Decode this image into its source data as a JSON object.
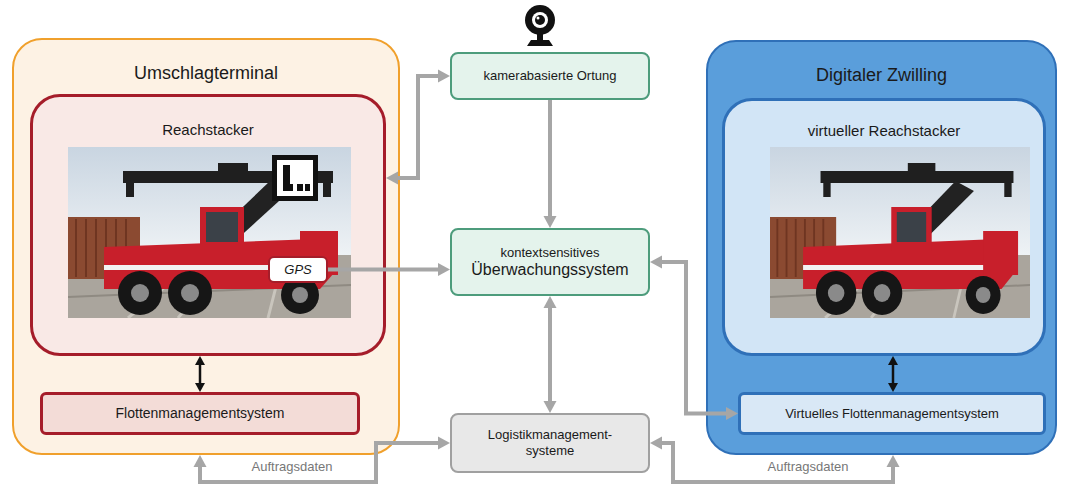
{
  "diagram": {
    "nodes": [
      {
        "text": [
          "Umschlagterminal"
        ]
      },
      {
        "text": [
          "Reachstacker"
        ],
        "in": 0
      },
      {
        "text": [
          "GPS"
        ],
        "in": 1
      },
      {
        "text": [
          "Flottenmanagementsystem"
        ],
        "in": 0
      },
      {
        "text": [
          "kamerabasierte Ortung"
        ]
      },
      {
        "text": [
          "kontextsensitives",
          "Überwachungssystem"
        ]
      },
      {
        "text": [
          "Logistikmanagement- systeme"
        ]
      },
      {
        "text": [
          "Digitaler Zwilling"
        ]
      },
      {
        "text": [
          "virtueller Reachstacker"
        ],
        "in": 7
      },
      {
        "text": [
          "Virtuelles Flottenmanagementsystem"
        ],
        "in": 7
      }
    ],
    "edges": [
      {
        "from": 1,
        "to": 4,
        "arrow": "both"
      },
      {
        "from": 2,
        "to": 5,
        "arrow": "to"
      },
      {
        "from": 4,
        "to": 5,
        "arrow": "to"
      },
      {
        "from": 1,
        "to": 3,
        "arrow": "both"
      },
      {
        "from": 5,
        "to": 6,
        "arrow": "both"
      },
      {
        "from": 5,
        "to": 9,
        "arrow": "both"
      },
      {
        "from": 8,
        "to": 9,
        "arrow": "both"
      },
      {
        "from": 6,
        "to": 0,
        "label": "Auftragsdaten",
        "arrow": "both"
      },
      {
        "from": 6,
        "to": 7,
        "label": "Auftragsdaten",
        "arrow": "both"
      }
    ]
  }
}
